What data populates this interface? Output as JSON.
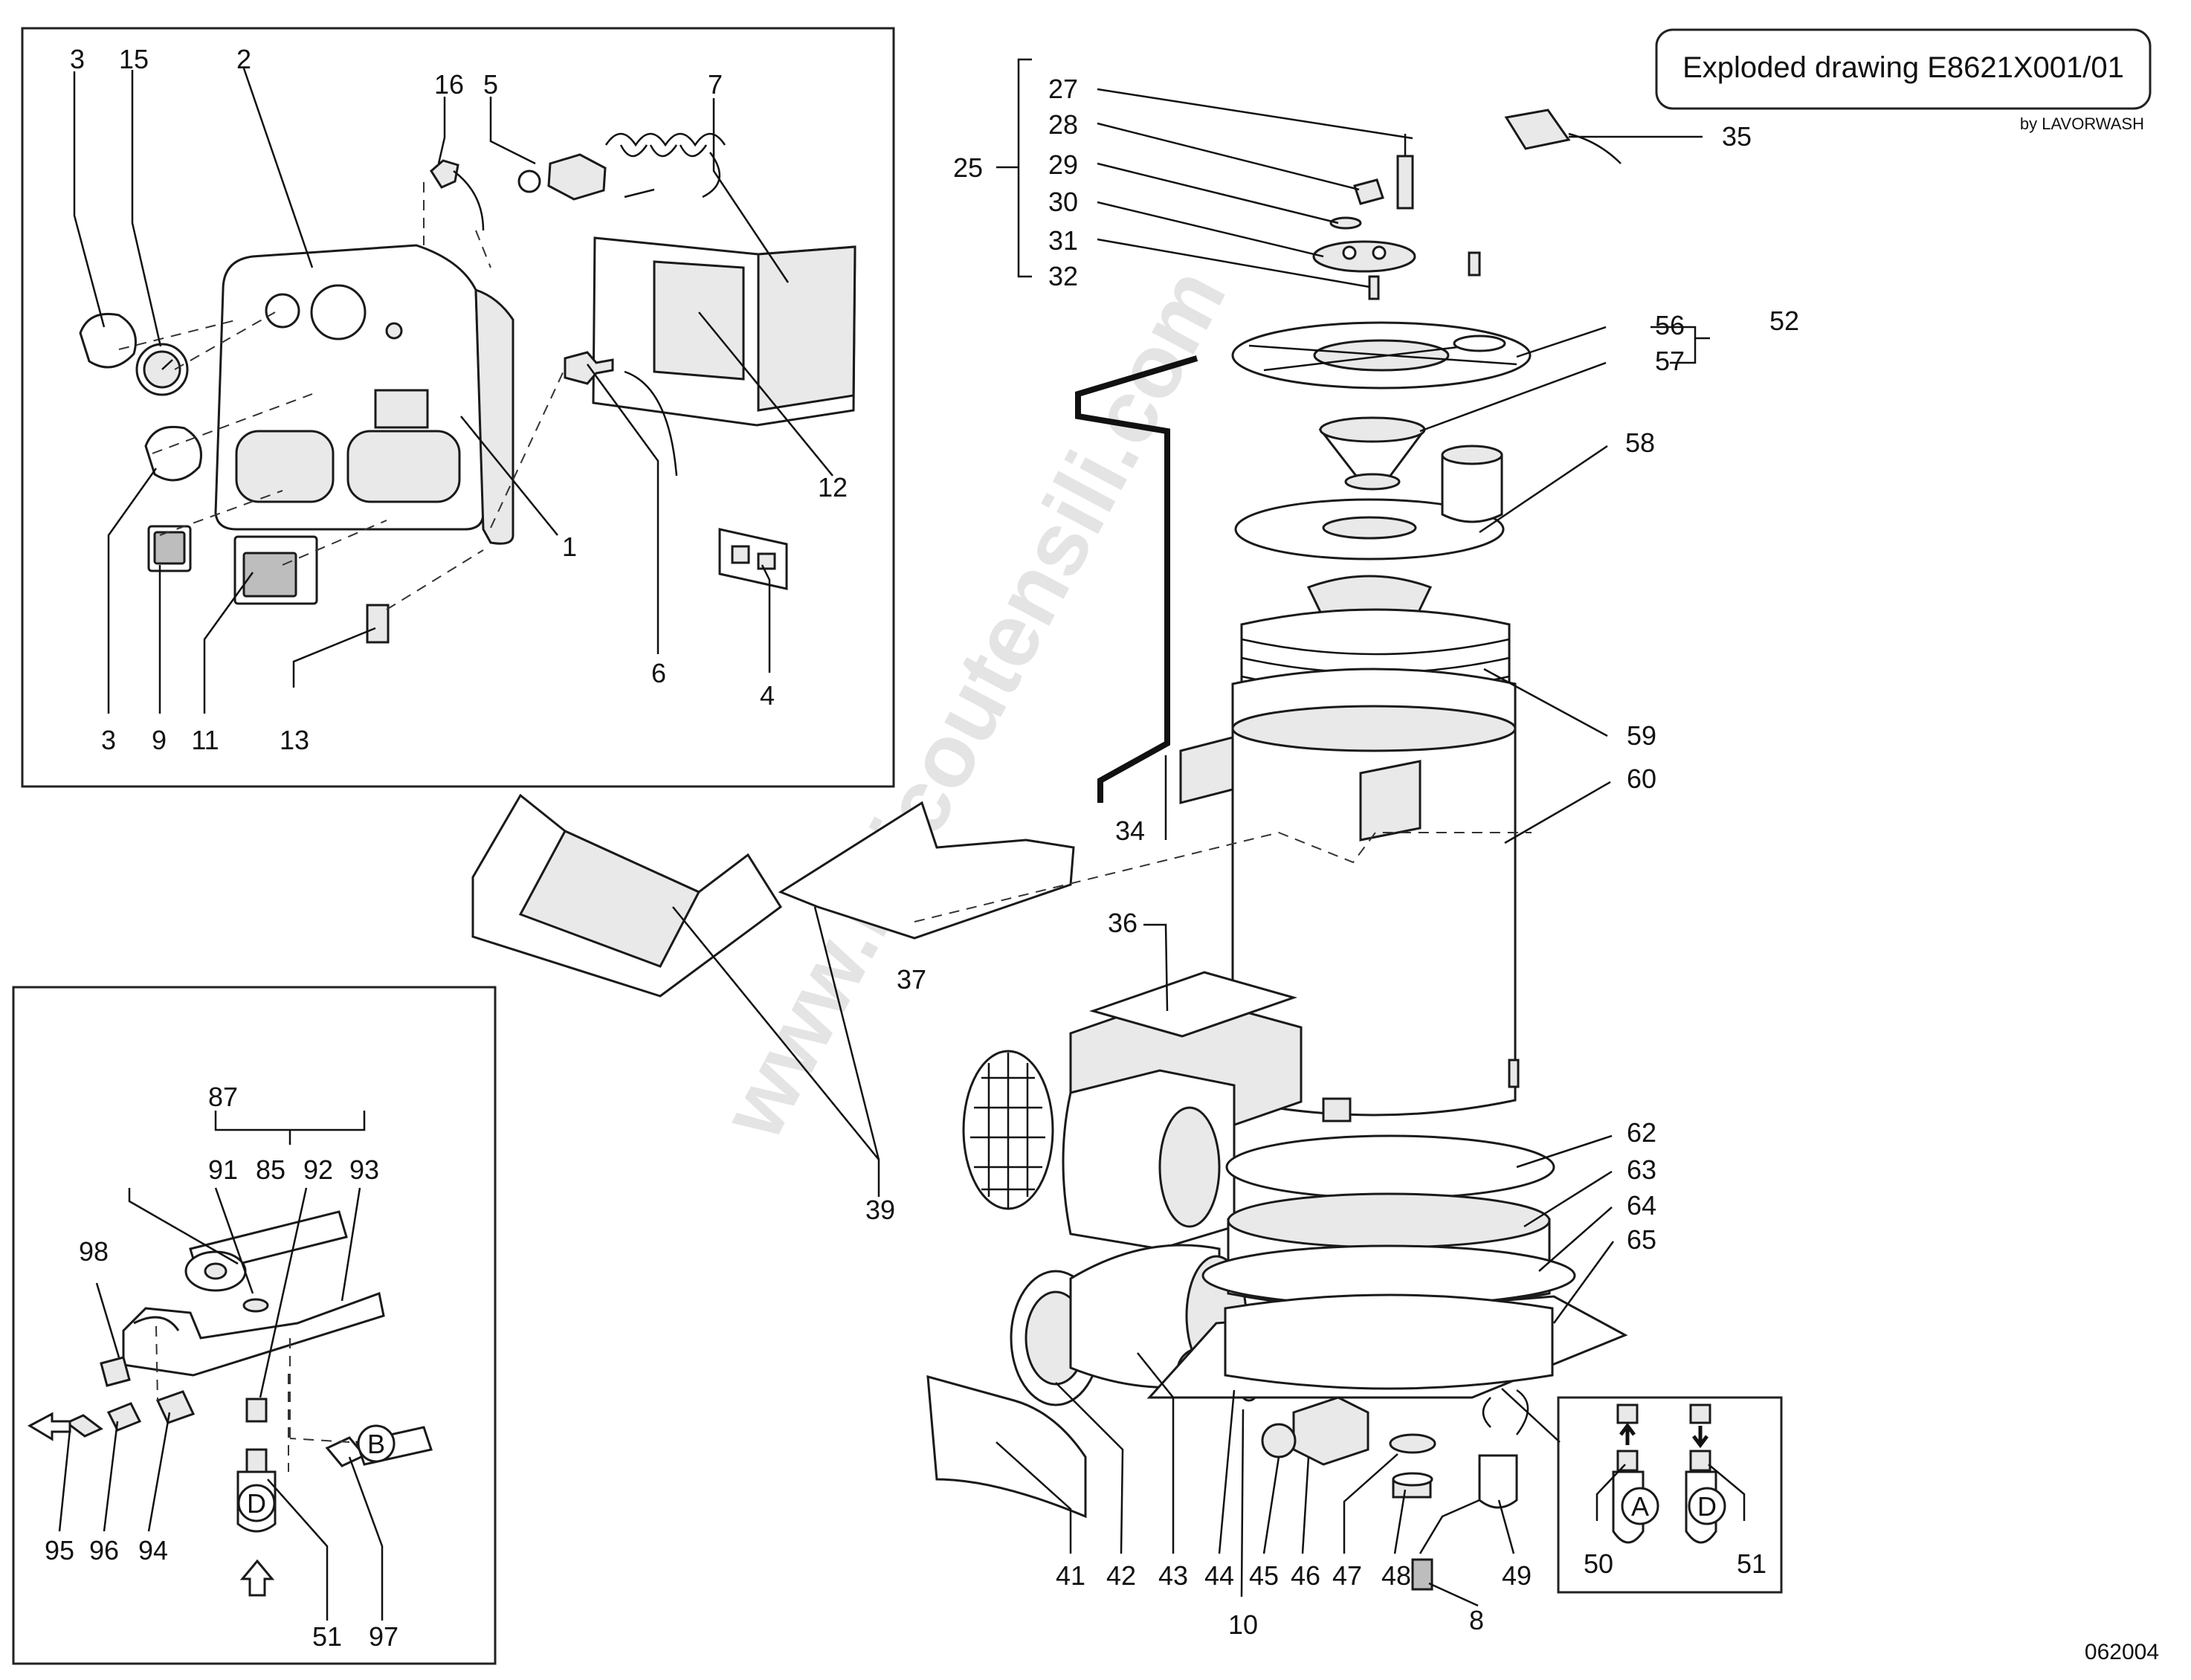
{
  "header": {
    "title": "Exploded drawing E8621X001/01",
    "brand": "by LAVORWASH"
  },
  "footer": {
    "code": "062004"
  },
  "watermark": "www.bricoutensili.com",
  "callouts": {
    "c1": "1",
    "c2": "2",
    "c3a": "3",
    "c3b": "3",
    "c4": "4",
    "c5": "5",
    "c6": "6",
    "c7": "7",
    "c8": "8",
    "c9": "9",
    "c10": "10",
    "c11": "11",
    "c12": "12",
    "c13": "13",
    "c15": "15",
    "c16": "16",
    "c25": "25",
    "c27": "27",
    "c28": "28",
    "c29": "29",
    "c30": "30",
    "c31": "31",
    "c32": "32",
    "c34": "34",
    "c35": "35",
    "c36": "36",
    "c37": "37",
    "c39": "39",
    "c41": "41",
    "c42": "42",
    "c43": "43",
    "c44": "44",
    "c45": "45",
    "c46": "46",
    "c47": "47",
    "c48": "48",
    "c49": "49",
    "c50": "50",
    "c51a": "51",
    "c51b": "51",
    "c52": "52",
    "c56": "56",
    "c57": "57",
    "c58": "58",
    "c59": "59",
    "c60": "60",
    "c62": "62",
    "c63": "63",
    "c64": "64",
    "c65": "65",
    "c85": "85",
    "c87": "87",
    "c91": "91",
    "c92": "92",
    "c93": "93",
    "c94": "94",
    "c95": "95",
    "c96": "96",
    "c97": "97",
    "c98": "98"
  },
  "connectors": {
    "a": "A",
    "b": "B",
    "d1": "D",
    "d2": "D"
  }
}
